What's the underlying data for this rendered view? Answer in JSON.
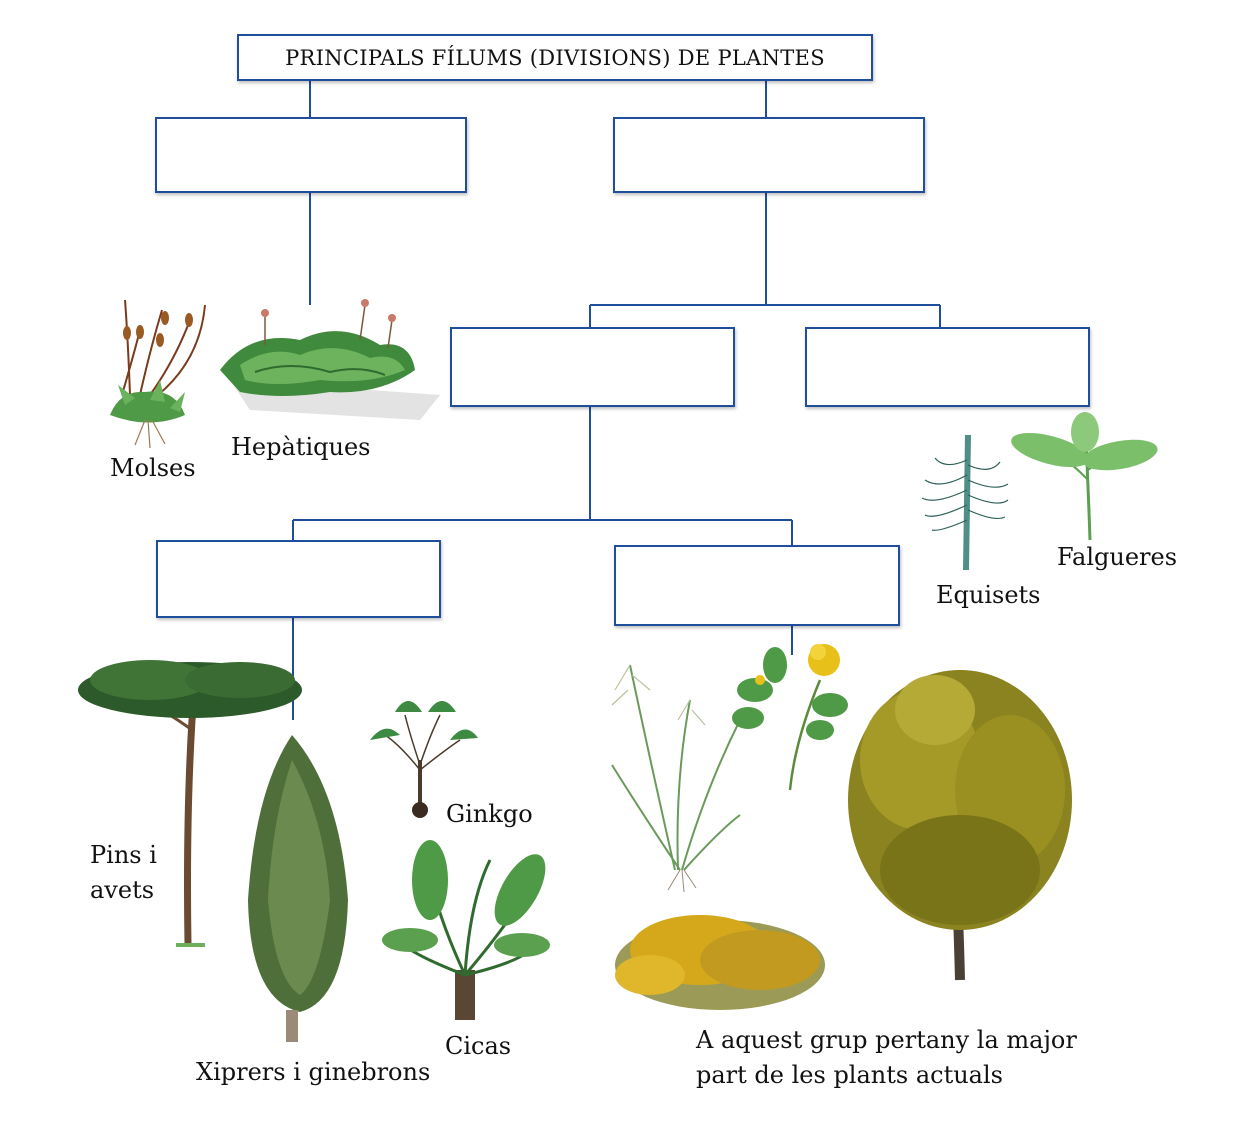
{
  "diagram": {
    "title": "PRINCIPALS FÍLUMS (DIVISIONS) DE PLANTES",
    "boxes": [
      "",
      "",
      "",
      "",
      "",
      ""
    ],
    "line_color": "#1f4e9c"
  },
  "labels": {
    "molses": "Molses",
    "hepatiques": "Hepàtiques",
    "equisets": "Equisets",
    "falgueres": "Falgueres",
    "pins_line1": "Pins i",
    "pins_line2": "avets",
    "xiprers": "Xiprers i ginebrons",
    "ginkgo": "Ginkgo",
    "cicas": "Cicas",
    "angio_line1": "A aquest grup pertany la major",
    "angio_line2": "part de les plants actuals"
  }
}
